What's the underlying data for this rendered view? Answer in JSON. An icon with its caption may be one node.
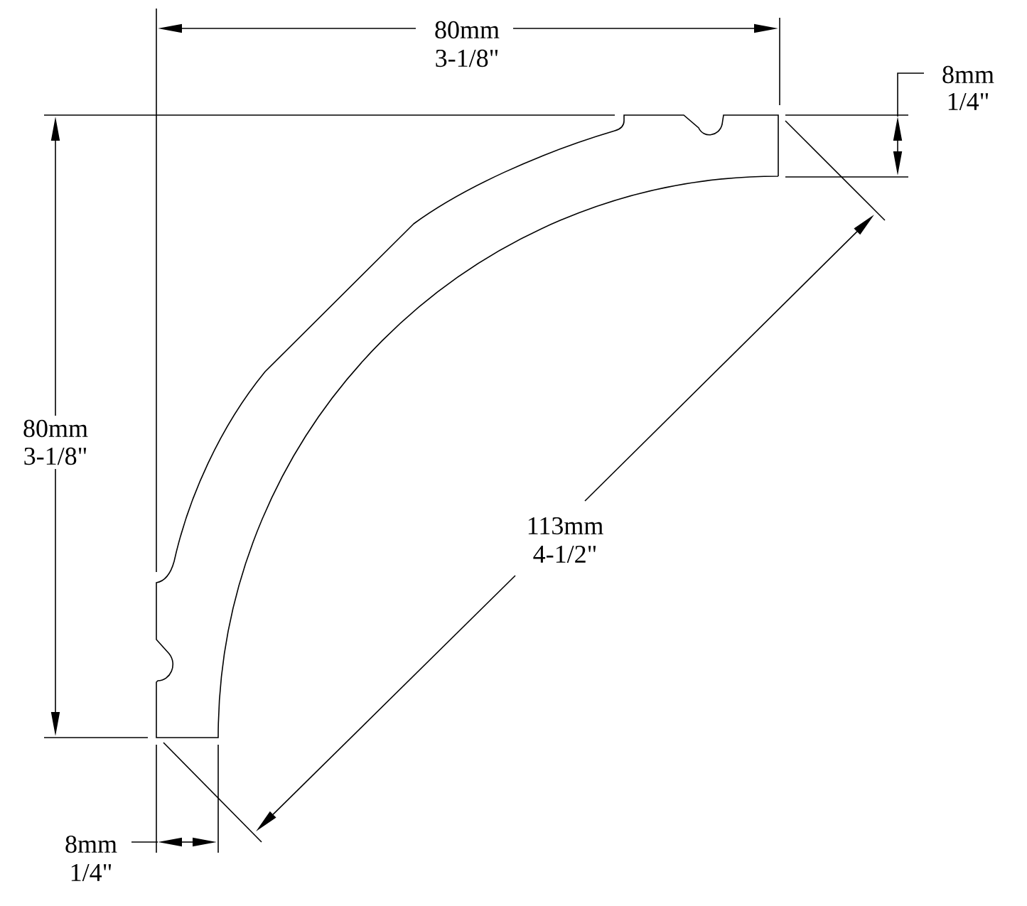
{
  "diagram": {
    "labels": [
      "80mm",
      "3-1/8\"",
      "8mm",
      "1/4\"",
      "80mm",
      "3-1/8\"",
      "113mm",
      "4-1/2\"",
      "8mm",
      "1/4\""
    ]
  }
}
